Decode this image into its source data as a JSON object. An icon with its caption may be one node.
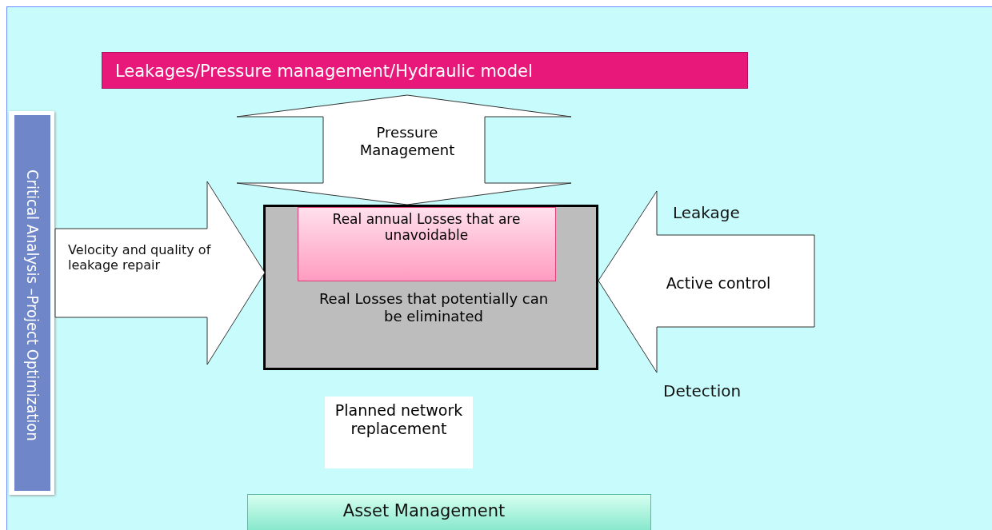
{
  "diagram": {
    "nodes": [
      {
        "text": [
          "Leakages/Pressure management/Hydraulic model"
        ]
      },
      {
        "text": [
          "Critical Analysis –Project Optimization"
        ]
      },
      {
        "text": [
          "Pressure Management"
        ]
      },
      {
        "text": [
          "Real Losses that potentially can be eliminated"
        ]
      },
      {
        "text": [
          "Real annual Losses that are unavoidable"
        ],
        "in": 3
      },
      {
        "text": [
          "Velocity and quality of leakage repair"
        ]
      },
      {
        "text": [
          "Active control"
        ],
        "beside": [
          "Leakage",
          "Detection"
        ]
      },
      {
        "text": [
          "Planned network replacement"
        ]
      },
      {
        "text": [
          "Asset Management"
        ]
      }
    ]
  }
}
